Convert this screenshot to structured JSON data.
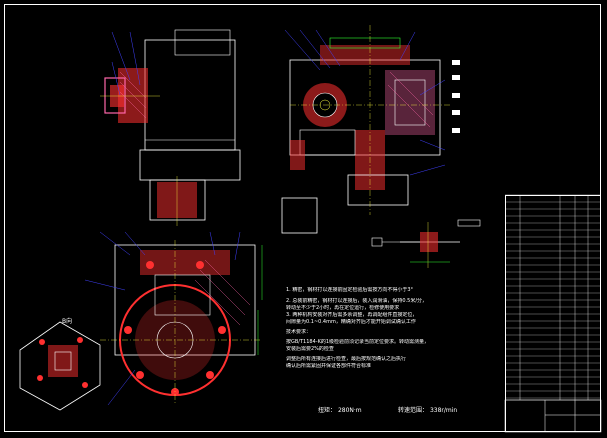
{
  "notes": [
    "1. 精密，钢材打以连接前固定检验后需按方向不得小于3°",
    "2. 总装前精密，钢材打以连接后，装入润滑油，保持0.5米/分，",
    "   转动至不少于2小时，再在定位运行，检修使用要求",
    "3. 两种机构安装对齐后需多余调整，再调配组件直接定位，",
    "   间隙量为0.1~0.4mm，精确对齐后才能开始调试确认工作",
    "技术要求：",
    "按GB/T1184-K的1级检验前须记录当前定位要求。转动需测量，",
    "安装后需要2%的检查",
    "调整后所有连接后进行检查，最后按规范确认之后执行",
    "确认后所需紧固并保证各部件符合标准"
  ],
  "specs": {
    "torque_label": "扭矩：",
    "torque_value": "280N·m",
    "speed_label": "转速范围：",
    "speed_value": "338r/min"
  },
  "view_label": "B向",
  "colors": {
    "line": "#ffffff",
    "part": "#ff3030",
    "section": "#ff66aa",
    "centerline": "#ffff40",
    "dim": "#30ff30",
    "leader": "#4040ff",
    "note": "#00ffff"
  }
}
